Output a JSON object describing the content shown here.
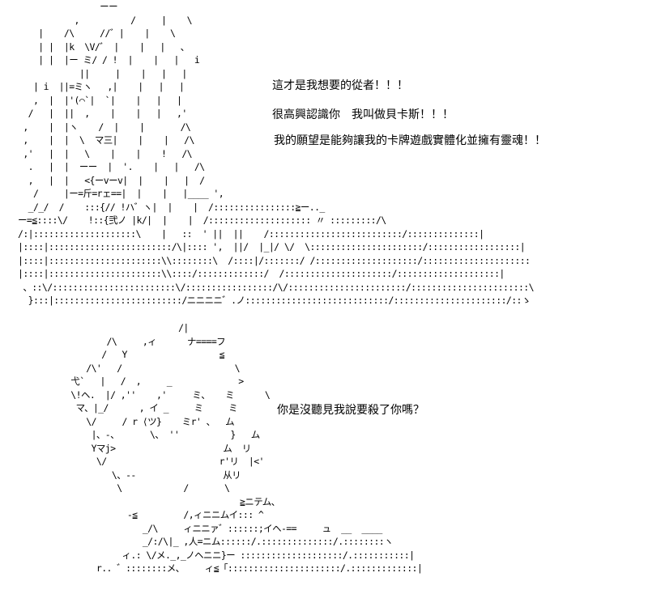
{
  "scene_top": {
    "ascii_art": "                ーー\n           ,          /     |    \\\n    |    /\\     //゛|    |    \\\n    | |  |k  \\V/゛ |    |   |   、\n    | |  |ー ミ/ / !  |    |   |   i\n            ||     |    |   |   |\n   | i  ||=ミヽ   ,|    |   |   |\n   ,  |  |'(⌒`|  `|    |   |   |\n  /   |  ||  ,    |    |   |   ,'\n ,    |  |ヽ    /  |    |       /\\\n ,    |  |  \\  マ三|    |    |   /\\\n ,'   |  |   \\    |    |    !   /\\\n  .   |  |  ーー  |  '.    |   |   /\\\n  ,   |  |   <{ーvーv|  |    |   |  /\n   /     |ー=斤=rェ==|  |    |   |____ ',\n  _/_/  /    :::{// !ハ゛ヽ|  |    |  /::::::::::::::::≧ー.._\nー=≦::::\\/    !::{弐ノ |k/|  |    |  /:::::::::::::::::::: 〃 :::::::::/\\\n/:|::::::::::::::::::::\\    |   ::  ' ||  ||    /::::::::::::::::::::::::::/::::::::::::::|\n|::::|::::::::::::::::::::::::/\\|:::: ',  ||/  |_|/ \\/  \\::::::::::::::::::::::/::::::::::::::::::|\n|::::|::::::::::::::::::::::\\\\::::::::\\  /::::|/:::::::/ /::::::::::::::::::::/:::::::::::::::::::::\n|::::|::::::::::::::::::::::\\\\::::/:::::::::::::/  /:::::::::::::::::::::/::::::::::::::::::::|\n 、::\\/::::::::::::::::::::::::\\/:::::::::::::::::/\\/:::::::::::::::::::::::/:::::::::::::::::::::::\\\n  }:::|:::::::::::::::::::::::::/ニニニニ゛.ノ::::::::::::::::::::::::::::/::::::::::::::::::::::/::ゝ",
    "dialogue": [
      "這才是我想要的從者！！！",
      "很高興認識你　我叫做貝卡斯！！！",
      "我的願望是能夠讓我的卡牌遊戲實體化並擁有靈魂！！"
    ]
  },
  "scene_bottom": {
    "ascii_art": "                         /|\n           /\\     ,ィ      ナ====フ\n          /   Y                  ≦\n       /\\'   /                      \\\n    弋`   |   /  ,     _             >\n    \\!ヘ.  |/ ,''    ,'     ミ、   ミ      \\\n     マ、|_/      , イ _     ミ     ミ\n       \\/     / r ⟨ツ}    ミr' 、  ム\n        |、-、      \\、 ''          }   ム\n        Yマj>                     ム  リ\n         \\/                      r'リ  |<'\n            \\、-‐                 从リ\n             \\            /       \\\n                                     ≧ニテム、\n               -≦         /,ィニニムイ::: ^\n                  _/\\     ィニニァ゛::::::;イヘ-==     ュ  __  ____\n                  _/:/\\|_ ,人=ニム::::::/.::::::::::::::/.::::::::ヽ\n              ィ.: \\/メ._,_ノヘニニ}ー ::::::::::::::::::::/.:::::::::::|\n         r.. ゛::::::::メ、    ィ≦「::::::::::::::::::::::/.:::::::::::::|",
    "dialogue": [
      "你是沒聽見我說要殺了你嗎？"
    ]
  }
}
